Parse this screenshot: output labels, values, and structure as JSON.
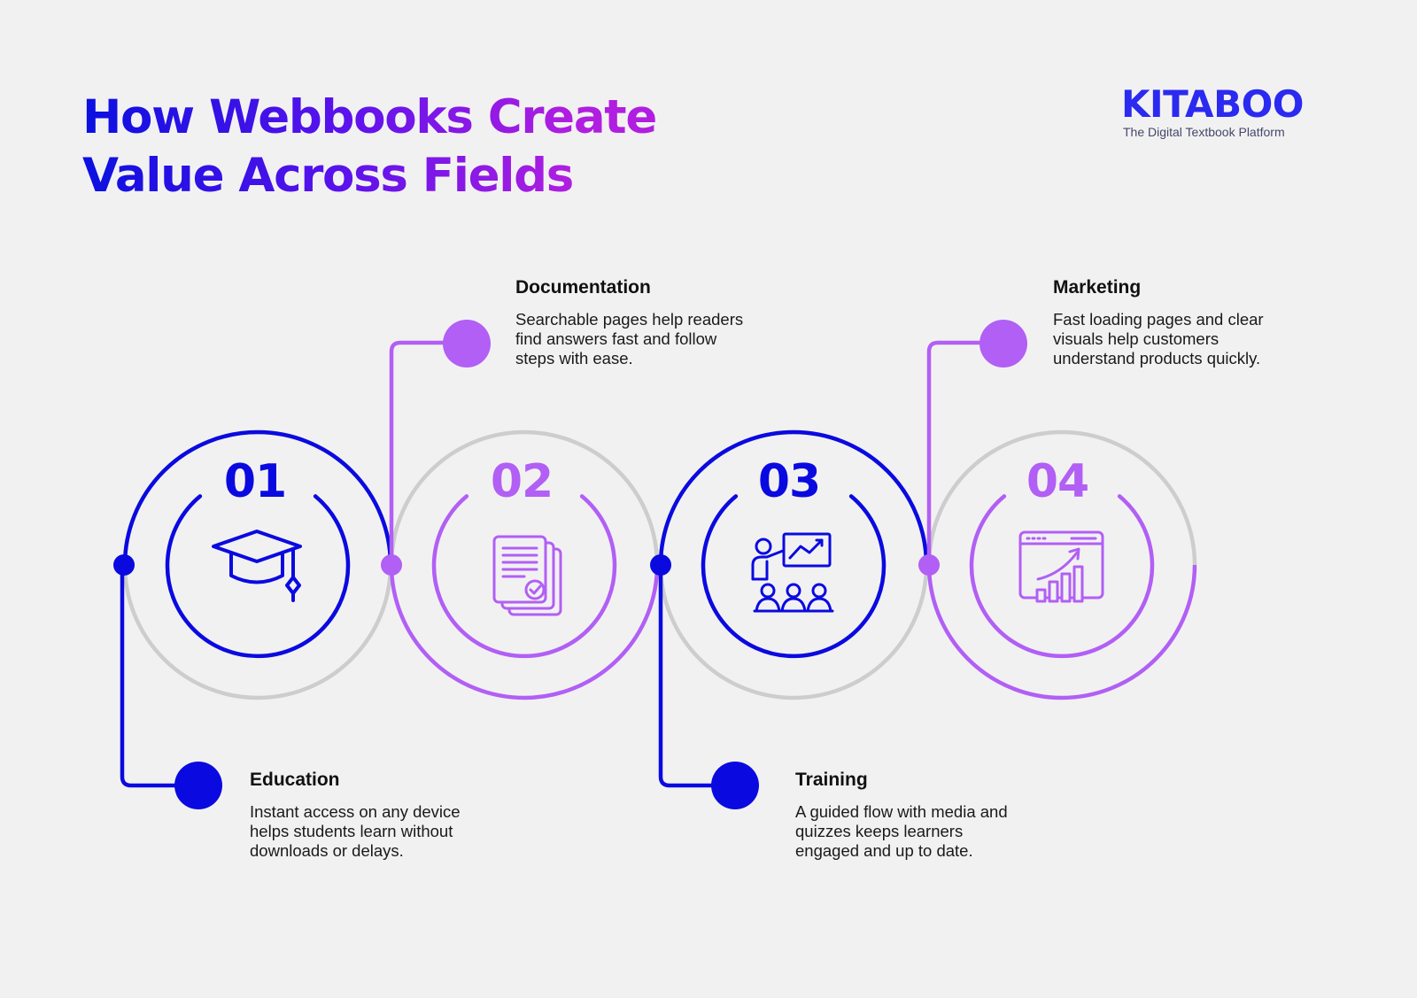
{
  "title": {
    "line1": "How Webbooks Create",
    "line2": "Value Across Fields"
  },
  "logo": {
    "wordmark": "KITABOO",
    "tagline": "The Digital Textbook Platform"
  },
  "colors": {
    "blue": "#0a0ae0",
    "purple": "#b15ff5",
    "gray": "#cdcdcd",
    "background": "#f2f1f2"
  },
  "steps": [
    {
      "number": "01",
      "title": "Education",
      "description": "Instant access on any device helps students learn without downloads or delays.",
      "icon": "graduation-cap-icon",
      "color": "blue"
    },
    {
      "number": "02",
      "title": "Documentation",
      "description": "Searchable pages help readers find answers fast and follow steps with ease.",
      "icon": "documents-checkmark-icon",
      "color": "purple"
    },
    {
      "number": "03",
      "title": "Training",
      "description": "A guided flow with media and quizzes keeps learners engaged and up to date.",
      "icon": "presenter-audience-icon",
      "color": "blue"
    },
    {
      "number": "04",
      "title": "Marketing",
      "description": "Fast loading pages and clear visuals help customers understand products quickly.",
      "icon": "browser-growth-chart-icon",
      "color": "purple"
    }
  ]
}
